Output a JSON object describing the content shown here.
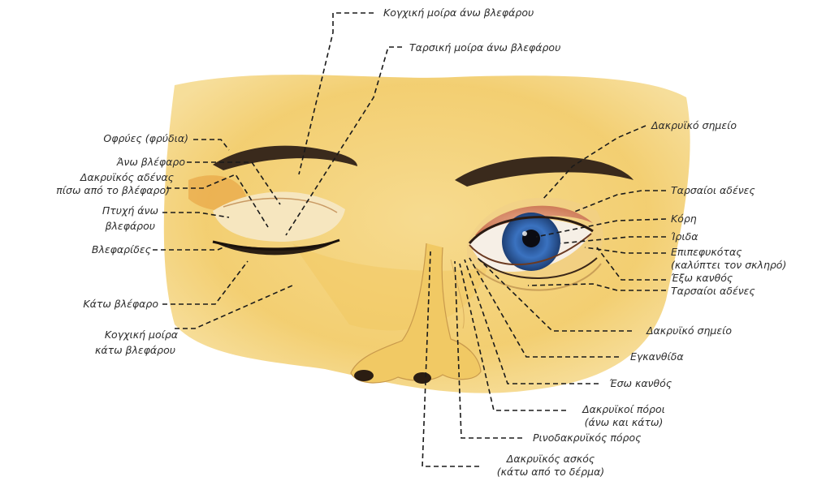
{
  "labels": {
    "koinikimoira_ano": "Κογχική μοίρα άνω βλεφάρου",
    "tarsiki_ano": "Ταρσική μοίρα άνω βλεφάρου",
    "ofrues": "Οφρύες (φρύδια)",
    "ano_blefaro": "Άνω βλέφαρο",
    "dakruikos_adenas_1": "Δακρυϊκός αδένας",
    "dakruikos_adenas_2": "πίσω από το βλέφαρο)",
    "ptuxi_1": "Πτυχή άνω",
    "ptuxi_2": "βλεφάρου",
    "blefarides": "Βλεφαρίδες",
    "kato_blefaro": "Κάτω βλέφαρο",
    "koinikimoira_kato_1": "Κογχική μοίρα",
    "koinikimoira_kato_2": "κάτω βλεφάρου",
    "dakruiko_simeio_top": "Δακρυϊκό σημείο",
    "tarsaioi_adenes_top": "Ταρσαίοι αδένες",
    "kori": "Κόρη",
    "irida": "Ίριδα",
    "epipefikotas_1": "Επιπεφυκότας",
    "epipefikotas_2": "(καλύπτει τον σκληρό)",
    "exo_kanthos": "Έξω κανθός",
    "tarsaioi_adenes_bottom": "Ταρσαίοι αδένες",
    "dakruiko_simeio_bottom": "Δακρυϊκό σημείο",
    "egkanthida": "Εγκανθίδα",
    "eso_kanthos": "Έσω κανθός",
    "dakruikoi_poroi_1": "Δακρυϊκοί πόροι",
    "dakruikoi_poroi_2": "(άνω και κάτω)",
    "rinodakruikos": "Ρινοδακρυϊκός πόρος",
    "dakruikos_askos_1": "Δακρυϊκός ασκός",
    "dakruikos_askos_2": "(κάτω από το δέρμα)"
  },
  "colors": {
    "skin": "#f3cf72",
    "skin_light": "#f7dd93",
    "iris": "#2f5fa6",
    "brow": "#3a2a1c",
    "eyelid_red": "#d98a5a"
  }
}
